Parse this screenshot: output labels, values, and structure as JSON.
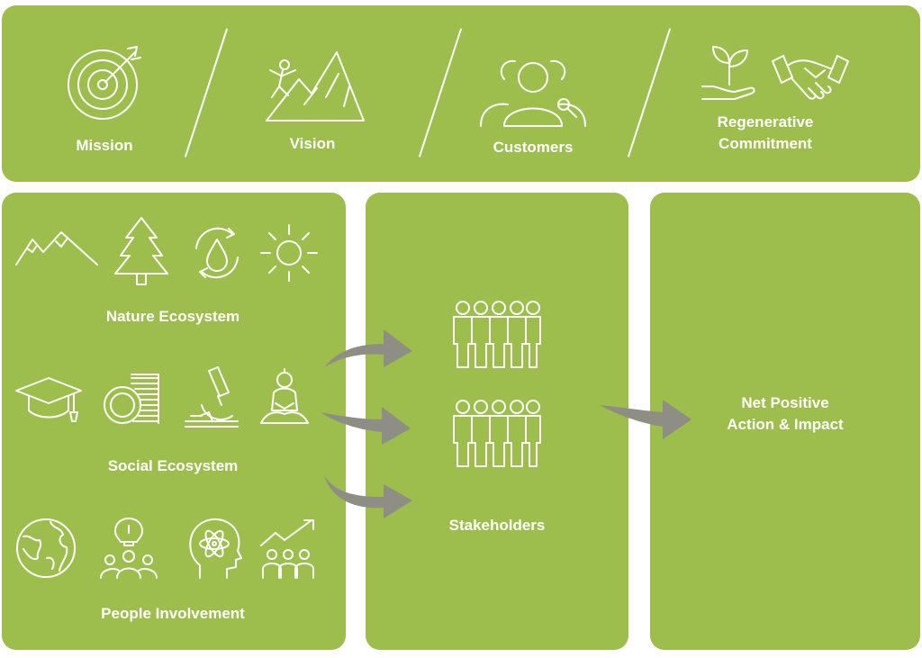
{
  "top": {
    "items": [
      {
        "label": "Mission",
        "icon": "target-icon"
      },
      {
        "label": "Vision",
        "icon": "mountain-climber-icon"
      },
      {
        "label": "Customers",
        "icon": "customers-icon"
      },
      {
        "label_line1": "Regenerative",
        "label_line2": "Commitment",
        "icon": "sprout-handshake-icon"
      }
    ]
  },
  "left": {
    "nature": {
      "label": "Nature Ecosystem",
      "icons": [
        "mountains-icon",
        "pine-tree-icon",
        "water-cycle-icon",
        "sun-icon"
      ]
    },
    "social": {
      "label": "Social Ecosystem",
      "icons": [
        "graduation-cap-icon",
        "coins-icon",
        "microscope-icon",
        "meditation-icon"
      ]
    },
    "people": {
      "label": "People Involvement",
      "icons": [
        "globe-icon",
        "team-idea-icon",
        "head-atom-icon",
        "growth-team-icon"
      ]
    }
  },
  "middle": {
    "label": "Stakeholders",
    "icons": [
      "people-group-icon",
      "people-group-icon"
    ]
  },
  "right": {
    "label_line1": "Net Positive",
    "label_line2": "Action & Impact"
  },
  "colors": {
    "panel": "#9dbd4c",
    "arrow": "#8e8e84",
    "text": "#ffffff"
  }
}
